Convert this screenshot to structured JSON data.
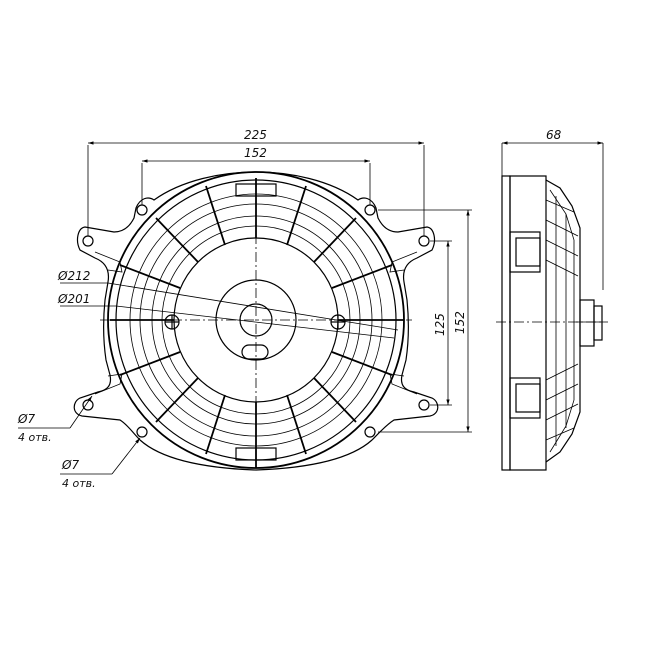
{
  "front_view": {
    "dim_overall_width": "225",
    "dim_mount_width": "152",
    "dim_outer_diameter": "Ø212",
    "dim_inner_diameter": "Ø201",
    "dim_vertical_mount": "125",
    "dim_vertical_overall": "152",
    "hole_upper_label": "Ø7",
    "hole_upper_note": "4 отв.",
    "hole_lower_label": "Ø7",
    "hole_lower_note": "4 отв."
  },
  "side_view": {
    "dim_depth": "68"
  }
}
